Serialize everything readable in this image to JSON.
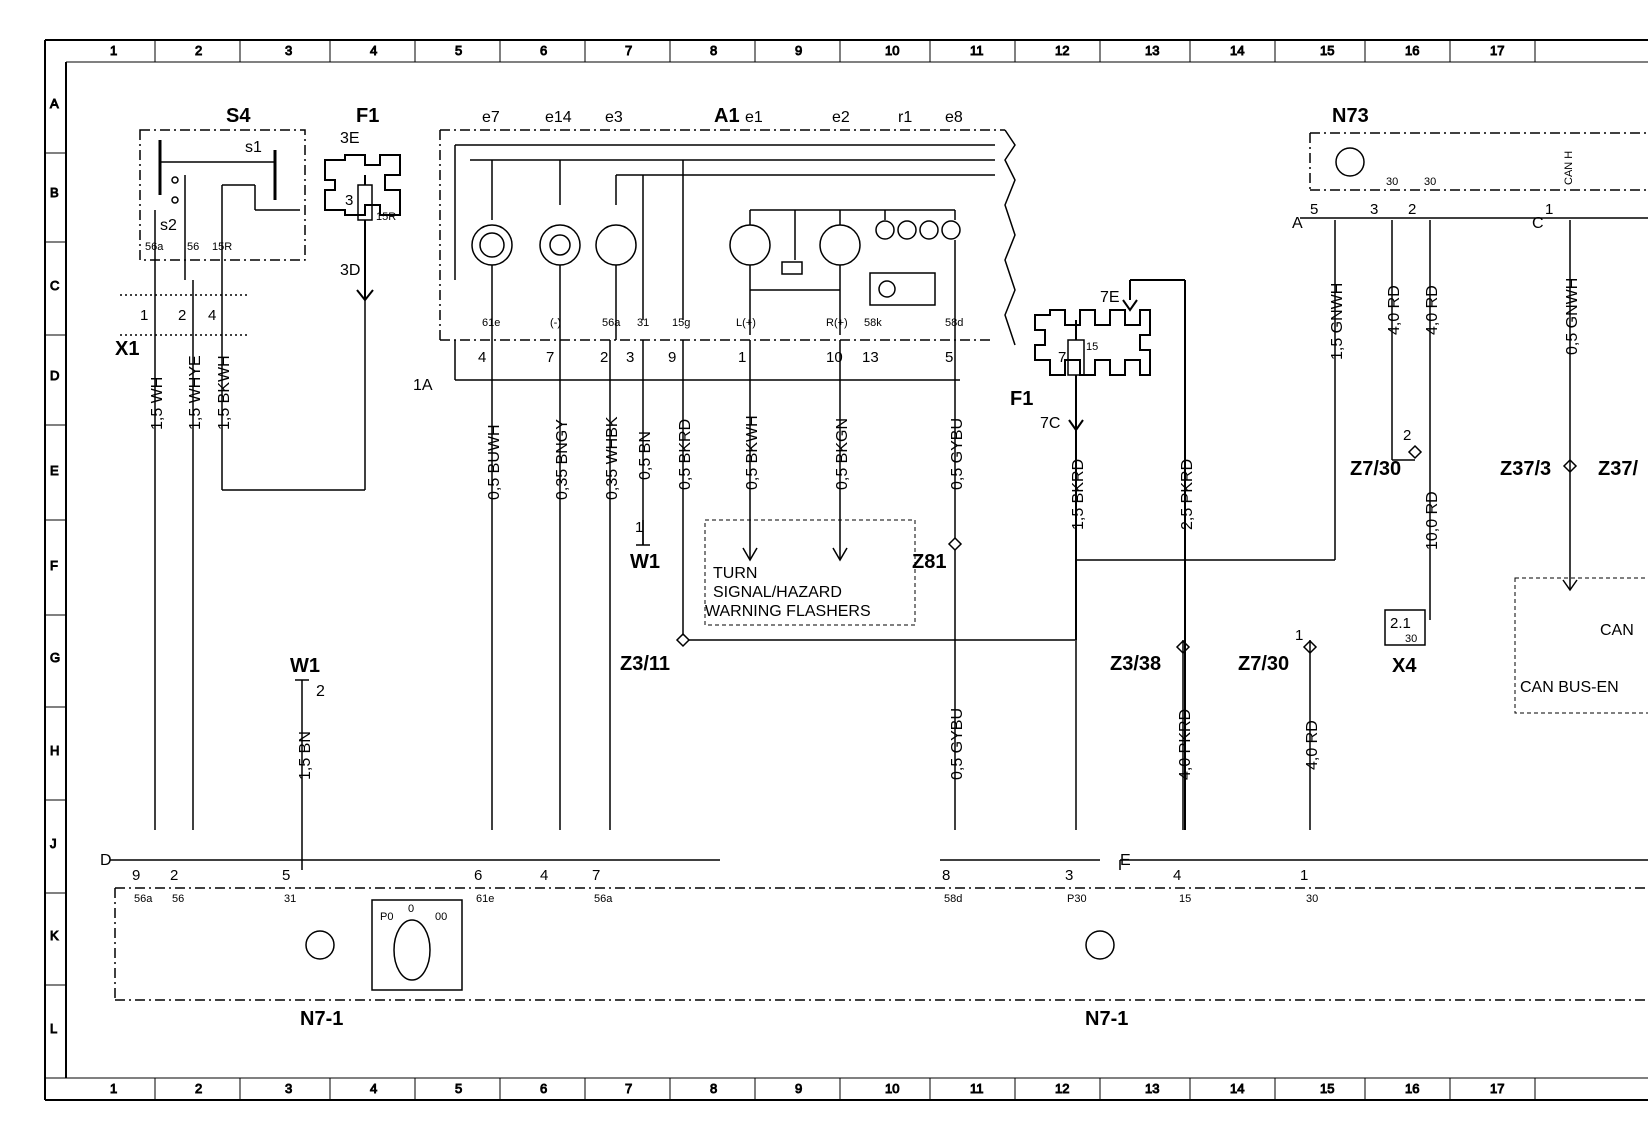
{
  "grid": {
    "columns": [
      "1",
      "2",
      "3",
      "4",
      "5",
      "6",
      "7",
      "8",
      "9",
      "10",
      "11",
      "12",
      "13",
      "14",
      "15",
      "16",
      "17"
    ],
    "rows": [
      "A",
      "B",
      "C",
      "D",
      "E",
      "F",
      "G",
      "H",
      "J",
      "K",
      "L"
    ]
  },
  "components": {
    "s4": {
      "name": "S4",
      "s1": "s1",
      "s2": "s2",
      "t56a": "56a",
      "t56": "56",
      "t15r": "15R"
    },
    "f1_top": {
      "name": "F1",
      "pin3e": "3E",
      "pin3d": "3D",
      "fuse": "3",
      "rating": "15R"
    },
    "a1": {
      "name": "A1",
      "e7": "e7",
      "e14": "e14",
      "e3": "e3",
      "e1": "e1",
      "e2": "e2",
      "r1": "r1",
      "e8": "e8",
      "t61e": "61e",
      "tminus": "(-)",
      "t58a": "56a",
      "t31": "31",
      "t15g": "15g",
      "tl": "L(+)",
      "tr": "R(+)",
      "t58k": "58k",
      "t58d": "58d",
      "conn": "1A"
    },
    "x1": {
      "name": "X1"
    },
    "w1": {
      "name": "W1",
      "pin1": "1",
      "pin2": "2"
    },
    "f1_mid": {
      "name": "F1",
      "pin7e": "7E",
      "pin7c": "7C",
      "fuse": "7",
      "rating": "15"
    },
    "n73": {
      "name": "N73",
      "connA": "A",
      "connC": "C",
      "can_h": "CAN H"
    },
    "n71": {
      "name": "N7-1",
      "connD": "D",
      "connE": "E",
      "tsw": "P0",
      "tsw2": "0",
      "tsw3": "00"
    },
    "x4": {
      "name": "X4",
      "pin": "2.1",
      "term": "30"
    },
    "splices": {
      "z81": "Z81",
      "z3_11": "Z3/11",
      "z3_38": "Z3/38",
      "z7_30": "Z7/30",
      "z37_3": "Z37/3",
      "z37": "Z37/"
    },
    "flasher_box": [
      "TURN",
      "SIGNAL/HAZARD",
      "WARNING FLASHERS"
    ],
    "can_box": {
      "can": "CAN",
      "label": "CAN BUS-EN"
    }
  },
  "wires": {
    "x1_w1": "1,5 WH",
    "x1_w2": "1,5 WHYE",
    "x1_w3": "1,5 BKWH",
    "w1_bn": "1,5 BN",
    "a1_4": "0,5 BUWH",
    "a1_7": "0,35 BNGY",
    "a1_2": "0,35 WHBK",
    "a1_3": "0,5 BN",
    "a1_9": "0,5 BKRD",
    "a1_1": "0,5 BKWH",
    "a1_10": "0,5 BKGN",
    "a1_5": "0,5 GYBU",
    "a1_5b": "0,5 GYBU",
    "f1_7c": "1,5 BKRD",
    "f1_7e": "2,5 PKRD",
    "n73_5": "1,5 GNWH",
    "n73_3": "4,0 RD",
    "n73_2": "4,0 RD",
    "z7_10": "10,0 RD",
    "z3_38_low": "4,0 PKRD",
    "z7_30_low": "4,0 RD",
    "can_05": "0,5 GNWH"
  },
  "pins": {
    "x1": [
      "1",
      "2",
      "4"
    ],
    "a1": [
      "4",
      "7",
      "2",
      "3",
      "9",
      "1",
      "10",
      "13",
      "5"
    ],
    "n73": [
      "5",
      "3",
      "2",
      "1"
    ],
    "n73_terms": [
      "30",
      "30"
    ],
    "d_pins": [
      "9",
      "2",
      "5",
      "6",
      "4",
      "7",
      "8",
      "3"
    ],
    "d_terms": [
      "56a",
      "56",
      "31",
      "61e",
      "",
      "56a",
      "58d",
      "P30"
    ],
    "e_pins": [
      "4",
      "1"
    ],
    "e_terms": [
      "15",
      "30"
    ],
    "z7_30_pin": "2",
    "z7_30_pin1": "1"
  }
}
